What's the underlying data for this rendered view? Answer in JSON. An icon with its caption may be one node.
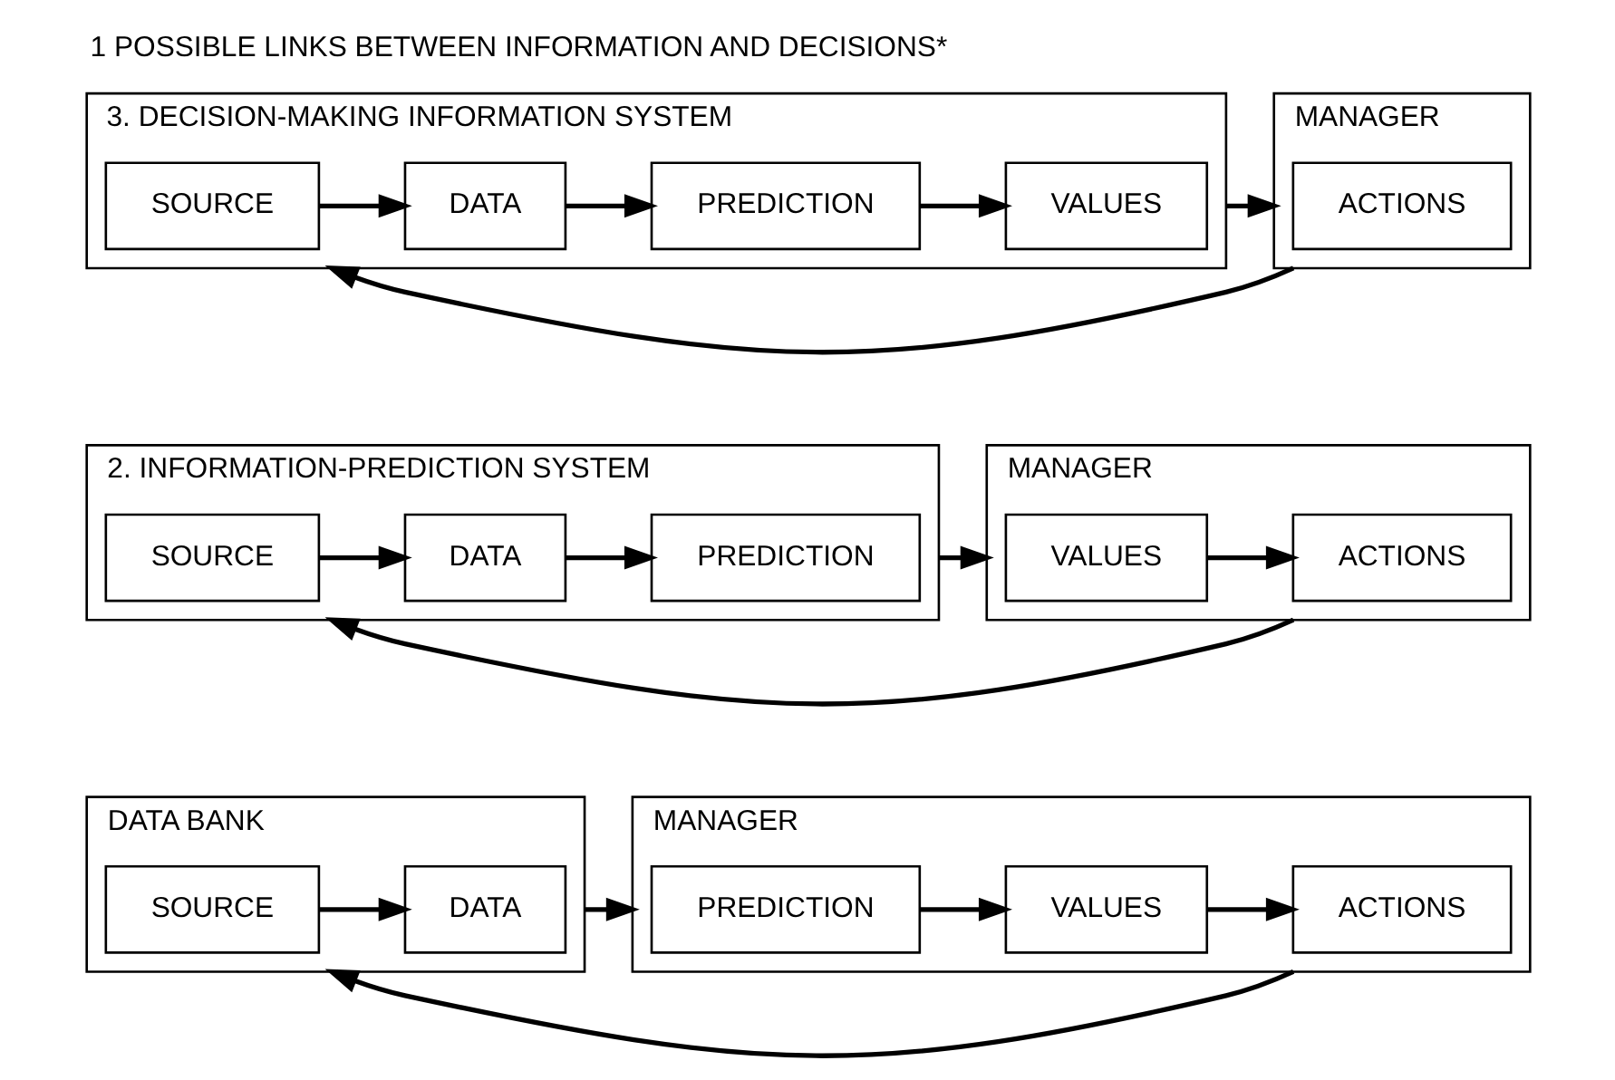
{
  "diagram": {
    "title": "1 POSSIBLE LINKS BETWEEN INFORMATION AND DECISIONS*",
    "nodes": [
      {
        "text": [
          "DATA BANK"
        ]
      },
      {
        "text": [
          "SOURCE"
        ],
        "in": 0
      },
      {
        "text": [
          "DATA"
        ],
        "in": 0
      },
      {
        "text": [
          "MANAGER"
        ]
      },
      {
        "text": [
          "PREDICTION"
        ],
        "in": 3
      },
      {
        "text": [
          "VALUES"
        ],
        "in": 3
      },
      {
        "text": [
          "ACTIONS"
        ],
        "in": 3
      },
      {
        "text": [
          "2. INFORMATION-PREDICTION SYSTEM"
        ]
      },
      {
        "text": [
          "SOURCE"
        ],
        "in": 7
      },
      {
        "text": [
          "DATA"
        ],
        "in": 7
      },
      {
        "text": [
          "PREDICTION"
        ],
        "in": 7
      },
      {
        "text": [
          "MANAGER"
        ]
      },
      {
        "text": [
          "VALUES"
        ],
        "in": 11
      },
      {
        "text": [
          "ACTIONS"
        ],
        "in": 11
      },
      {
        "text": [
          "3. DECISION-MAKING INFORMATION SYSTEM"
        ]
      },
      {
        "text": [
          "SOURCE"
        ],
        "in": 14
      },
      {
        "text": [
          "DATA"
        ],
        "in": 14
      },
      {
        "text": [
          "PREDICTION"
        ],
        "in": 14
      },
      {
        "text": [
          "VALUES"
        ],
        "in": 14
      },
      {
        "text": [
          "MANAGER"
        ]
      },
      {
        "text": [
          "ACTIONS"
        ],
        "in": 19
      }
    ],
    "edges": [
      {
        "from": 1,
        "to": 2,
        "arrow": "to"
      },
      {
        "from": 0,
        "to": 3,
        "arrow": "to"
      },
      {
        "from": 3,
        "to": 0,
        "arrow": "to"
      },
      {
        "from": 4,
        "to": 5,
        "arrow": "to"
      },
      {
        "from": 5,
        "to": 6,
        "arrow": "to"
      },
      {
        "from": 8,
        "to": 9,
        "arrow": "to"
      },
      {
        "from": 9,
        "to": 10,
        "arrow": "to"
      },
      {
        "from": 7,
        "to": 11,
        "arrow": "to"
      },
      {
        "from": 11,
        "to": 7,
        "arrow": "to"
      },
      {
        "from": 12,
        "to": 13,
        "arrow": "to"
      },
      {
        "from": 15,
        "to": 16,
        "arrow": "to"
      },
      {
        "from": 16,
        "to": 17,
        "arrow": "to"
      },
      {
        "from": 17,
        "to": 18,
        "arrow": "to"
      },
      {
        "from": 14,
        "to": 19,
        "arrow": "to"
      },
      {
        "from": 19,
        "to": 14,
        "arrow": "to"
      }
    ]
  }
}
